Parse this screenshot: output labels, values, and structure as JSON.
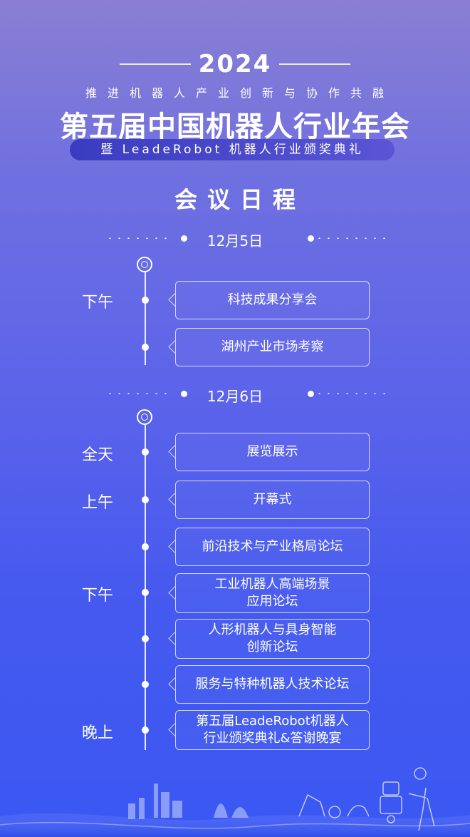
{
  "header": {
    "year": "2024",
    "slogan": "推进机器人产业创新与协作共融",
    "main_title": "第五届中国机器人行业年会",
    "subtitle": "暨 LeadeRobot 机器人行业颁奖典礼",
    "agenda_title": "会议日程"
  },
  "days": [
    {
      "date": "12月5日",
      "periods": [
        {
          "label": "下午"
        }
      ],
      "events": [
        {
          "text": "科技成果分享会"
        },
        {
          "text": "湖州产业市场考察"
        }
      ]
    },
    {
      "date": "12月6日",
      "periods": [
        {
          "label": "全天"
        },
        {
          "label": "上午"
        },
        {
          "label": "下午"
        },
        {
          "label": "晚上"
        }
      ],
      "events": [
        {
          "text": "展览展示"
        },
        {
          "text": "开幕式"
        },
        {
          "text": "前沿技术与产业格局论坛"
        },
        {
          "text": "工业机器人高端场景\n应用论坛"
        },
        {
          "text": "人形机器人与具身智能\n创新论坛"
        },
        {
          "text": "服务与特种机器人技术论坛"
        },
        {
          "text": "第五届LeadeRobot机器人\n行业颁奖典礼&答谢晚宴"
        }
      ]
    }
  ],
  "colors": {
    "background_top": "#8a7fd3",
    "background_bottom": "#3b58f2",
    "subtitle_pill": "#4444c8"
  }
}
